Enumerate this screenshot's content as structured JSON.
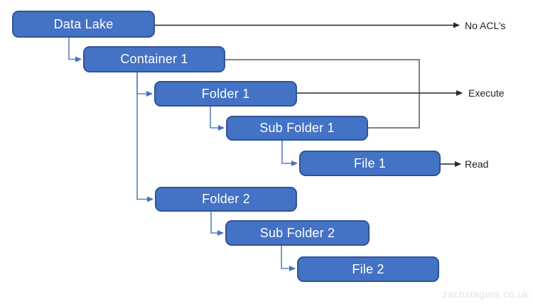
{
  "diagram": {
    "nodes": [
      {
        "id": "data-lake",
        "label": "Data Lake"
      },
      {
        "id": "container-1",
        "label": "Container 1"
      },
      {
        "id": "folder-1",
        "label": "Folder 1"
      },
      {
        "id": "sub-folder-1",
        "label": "Sub Folder 1"
      },
      {
        "id": "file-1",
        "label": "File 1"
      },
      {
        "id": "folder-2",
        "label": "Folder 2"
      },
      {
        "id": "sub-folder-2",
        "label": "Sub Folder 2"
      },
      {
        "id": "file-2",
        "label": "File 2"
      }
    ],
    "edges": [
      {
        "from": "data-lake",
        "to": "container-1"
      },
      {
        "from": "container-1",
        "to": "folder-1"
      },
      {
        "from": "container-1",
        "to": "folder-2"
      },
      {
        "from": "folder-1",
        "to": "sub-folder-1"
      },
      {
        "from": "sub-folder-1",
        "to": "file-1"
      },
      {
        "from": "folder-2",
        "to": "sub-folder-2"
      },
      {
        "from": "sub-folder-2",
        "to": "file-2"
      }
    ],
    "annotations": [
      {
        "id": "no-acls",
        "label": "No ACL’s",
        "attached_to": "data-lake"
      },
      {
        "id": "execute",
        "label": "Execute",
        "attached_to": "folder-1, container-1, sub-folder-1"
      },
      {
        "id": "read",
        "label": "Read",
        "attached_to": "file-1"
      }
    ],
    "colors": {
      "node_fill": "#4472C4",
      "node_border": "#2F5597",
      "connector_blue": "#4472C4",
      "connector_gray": "#595959",
      "arrow_black": "#262626"
    },
    "watermark": "zachstagers.co.uk"
  }
}
